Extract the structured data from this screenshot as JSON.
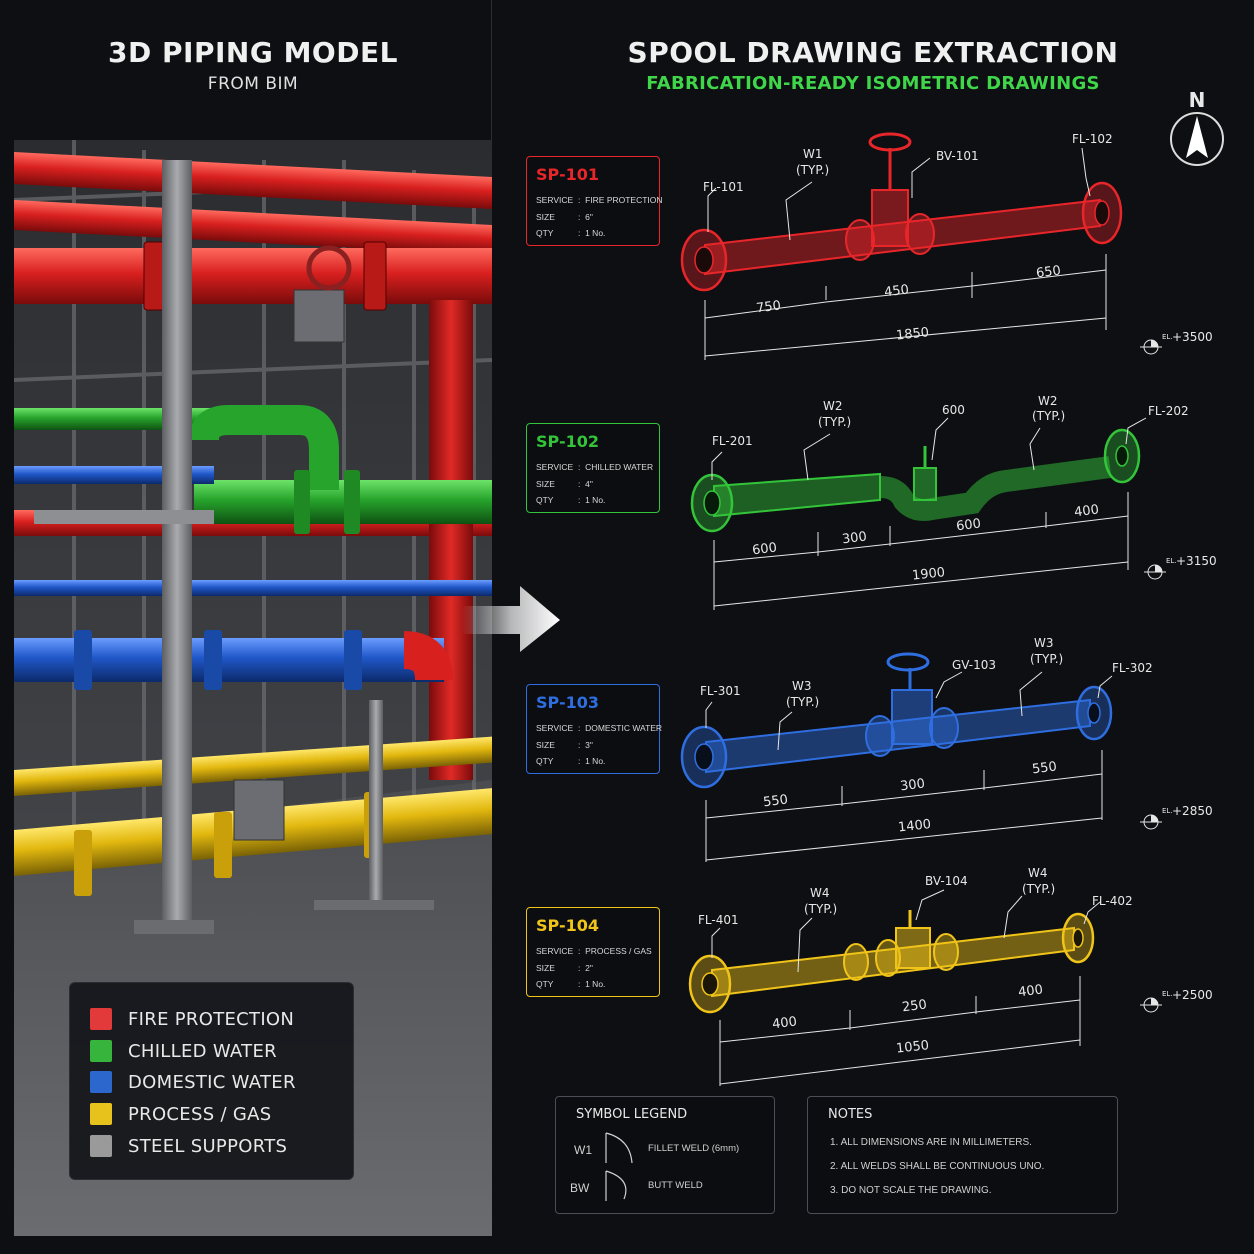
{
  "left_header": {
    "title": "3D PIPING MODEL",
    "subtitle": "FROM BIM"
  },
  "right_header": {
    "title": "SPOOL DRAWING EXTRACTION",
    "subtitle": "FABRICATION-READY ISOMETRIC DRAWINGS"
  },
  "compass": {
    "label": "N"
  },
  "colors": {
    "fire": "#e8262a",
    "chilled": "#33c43a",
    "domestic": "#2f6ee0",
    "process": "#f0c419",
    "steel": "#9a9a9a",
    "background": "#0d0f12",
    "subtitle_green": "#3fd64a"
  },
  "legend": [
    {
      "label": "FIRE PROTECTION",
      "color": "#e23a3a"
    },
    {
      "label": "CHILLED WATER",
      "color": "#37b43c"
    },
    {
      "label": "DOMESTIC WATER",
      "color": "#2b67cc"
    },
    {
      "label": "PROCESS / GAS",
      "color": "#e8c21c"
    },
    {
      "label": "STEEL SUPPORTS",
      "color": "#9a9a9a"
    }
  ],
  "spools": [
    {
      "id": "SP-101",
      "service": "FIRE PROTECTION",
      "size": "6\"",
      "qty": "1 No.",
      "color": "#e8262a",
      "labels": {
        "flange_start": "FL-101",
        "flange_end": "FL-102",
        "weld": "W1",
        "weld_note": "(TYP.)",
        "valve": "BV-101"
      },
      "dims": [
        "750",
        "450",
        "650"
      ],
      "total": "1850",
      "elevation": "+3500",
      "el_prefix": "EL."
    },
    {
      "id": "SP-102",
      "service": "CHILLED WATER",
      "size": "4\"",
      "qty": "1 No.",
      "color": "#33c43a",
      "labels": {
        "flange_start": "FL-201",
        "flange_end": "FL-202",
        "weld": "W2",
        "weld_note": "(TYP.)",
        "valve": "600"
      },
      "dims": [
        "600",
        "300",
        "600",
        "400"
      ],
      "total": "1900",
      "elevation": "+3150",
      "el_prefix": "EL."
    },
    {
      "id": "SP-103",
      "service": "DOMESTIC WATER",
      "size": "3\"",
      "qty": "1 No.",
      "color": "#2f6ee0",
      "labels": {
        "flange_start": "FL-301",
        "flange_end": "FL-302",
        "weld": "W3",
        "weld_note": "(TYP.)",
        "valve": "GV-103"
      },
      "dims": [
        "550",
        "300",
        "550"
      ],
      "total": "1400",
      "elevation": "+2850",
      "el_prefix": "EL."
    },
    {
      "id": "SP-104",
      "service": "PROCESS / GAS",
      "size": "2\"",
      "qty": "1 No.",
      "color": "#f0c419",
      "labels": {
        "flange_start": "FL-401",
        "flange_end": "FL-402",
        "weld": "W4",
        "weld_note": "(TYP.)",
        "valve": "BV-104"
      },
      "dims": [
        "400",
        "250",
        "400"
      ],
      "total": "1050",
      "elevation": "+2500",
      "el_prefix": "EL."
    }
  ],
  "spool_field_labels": {
    "service": "SERVICE",
    "size": "SIZE",
    "qty": "QTY"
  },
  "symbol_legend": {
    "title": "SYMBOL LEGEND",
    "items": [
      {
        "code": "W1",
        "desc": "FILLET WELD (6mm)"
      },
      {
        "code": "BW",
        "desc": "BUTT WELD"
      }
    ]
  },
  "notes": {
    "title": "NOTES",
    "items": [
      "1.   ALL DIMENSIONS ARE IN MILLIMETERS.",
      "2.   ALL WELDS SHALL BE CONTINUOUS UNO.",
      "3.   DO NOT SCALE THE DRAWING."
    ]
  }
}
